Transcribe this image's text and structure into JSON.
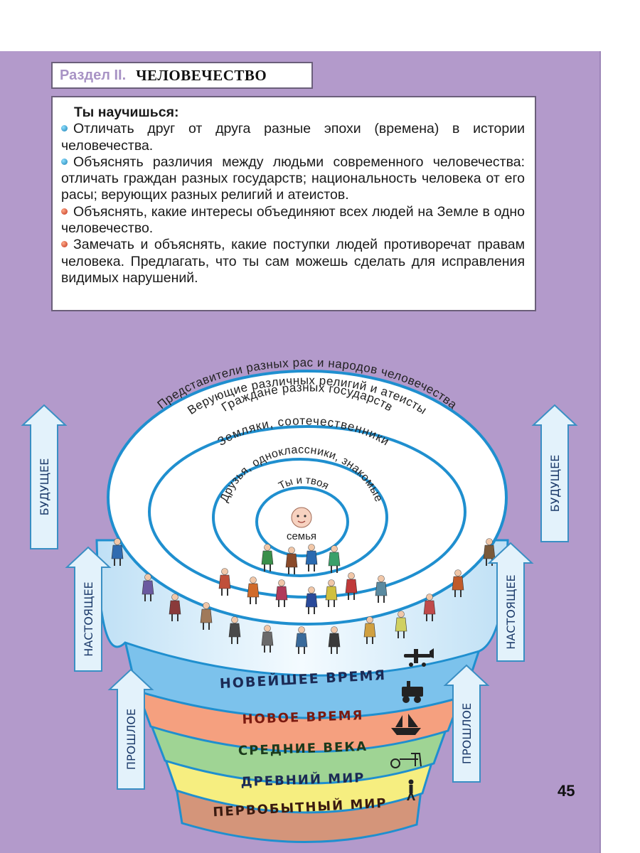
{
  "section": {
    "label": "Раздел II.",
    "title": "ЧЕЛОВЕЧЕСТВО"
  },
  "objectives": {
    "heading": "Ты научишься:",
    "items": [
      {
        "bullet": "blue",
        "text": "Отличать друг от друга разные эпохи (времена) в истории человечества."
      },
      {
        "bullet": "blue",
        "text": "Объяснять различия между людьми современного человечества: отличать граждан разных государств; национальность человека от его расы; верующих разных религий и атеистов."
      },
      {
        "bullet": "red",
        "text": "Объяснять, какие интересы объединяют всех людей на Земле в одно человечество."
      },
      {
        "bullet": "red",
        "text": "Замечать и объяснять, какие поступки людей противоречат правам человека. Предлагать, что ты сам можешь сделать для исправления видимых нарушений."
      }
    ]
  },
  "circles": {
    "center": {
      "line1": "Ты и твоя",
      "line2": "семья"
    },
    "ring2": "Друзья, одноклассники, знакомые",
    "ring3": "Земляки, соотечественники",
    "ring4": [
      "Представители разных рас и народов человечества",
      "Верующие различных религий и атеисты",
      "Граждане разных государств"
    ]
  },
  "eras": [
    {
      "label": "НОВЕЙШЕЕ ВРЕМЯ",
      "icon": "airplane-icon",
      "color": "#7cc2ec"
    },
    {
      "label": "НОВОЕ ВРЕМЯ",
      "icon": "locomotive-icon",
      "color": "#f5a07f"
    },
    {
      "label": "СРЕДНИЕ ВЕКА",
      "icon": "sailing-ship-icon",
      "color": "#9fd494"
    },
    {
      "label": "ДРЕВНИЙ МИР",
      "icon": "chariot-icon",
      "color": "#f6ee80"
    },
    {
      "label": "ПЕРВОБЫТНЫЙ МИР",
      "icon": "primitive-man-icon",
      "color": "#d4957a"
    }
  ],
  "arrows": {
    "future": "БУДУЩЕЕ",
    "present": "НАСТОЯЩЕЕ",
    "past": "ПРОШЛОЕ"
  },
  "page_number": "45",
  "colors": {
    "background": "#b39acb",
    "ring_stroke": "#1f8fcf",
    "arrow_fill": "#e3f2fb"
  }
}
